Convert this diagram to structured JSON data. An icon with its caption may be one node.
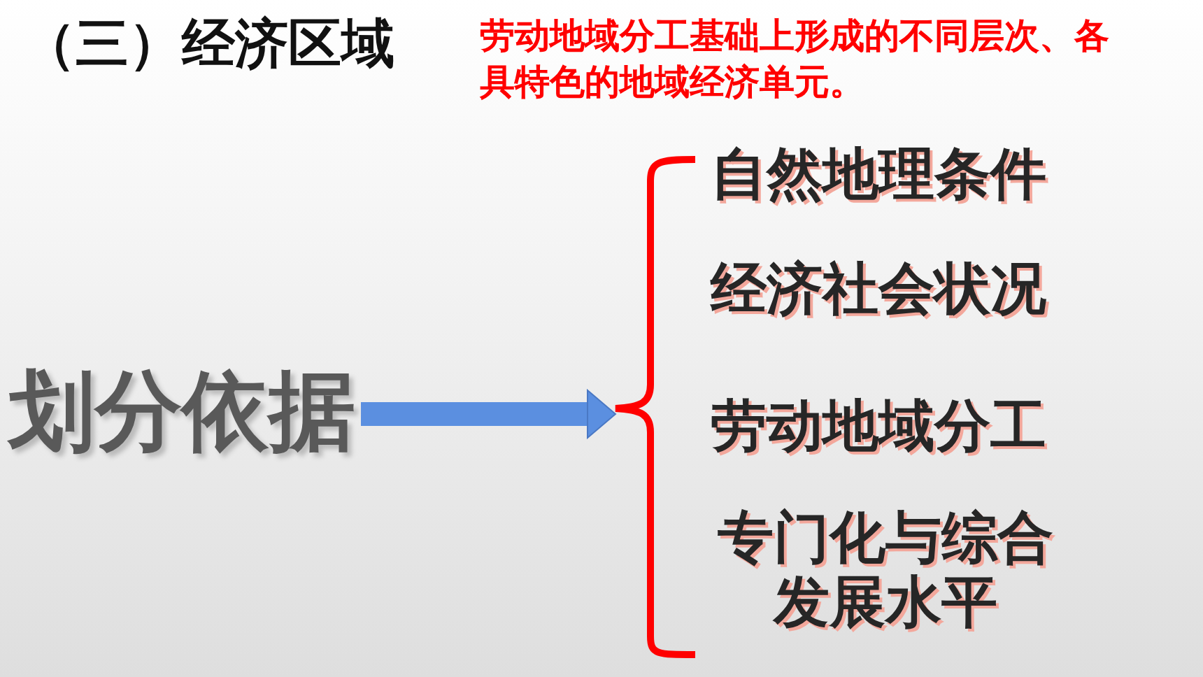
{
  "diagram": {
    "title": "（三）经济区域",
    "labels": [
      "劳动地域分工基础上形成的不同层次、各具特色的地域经济单元。"
    ],
    "nodes": [
      {
        "text": [
          "划分依据"
        ]
      },
      {
        "text": [
          "自然地理条件"
        ]
      },
      {
        "text": [
          "经济社会状况"
        ]
      },
      {
        "text": [
          "劳动地域分工"
        ]
      },
      {
        "text": [
          "专门化与综合发展水平"
        ]
      },
      {
        "text": [],
        "shape": "brace"
      }
    ],
    "edges": [
      {
        "from": 0,
        "to": 5,
        "arrow": "to"
      }
    ]
  }
}
